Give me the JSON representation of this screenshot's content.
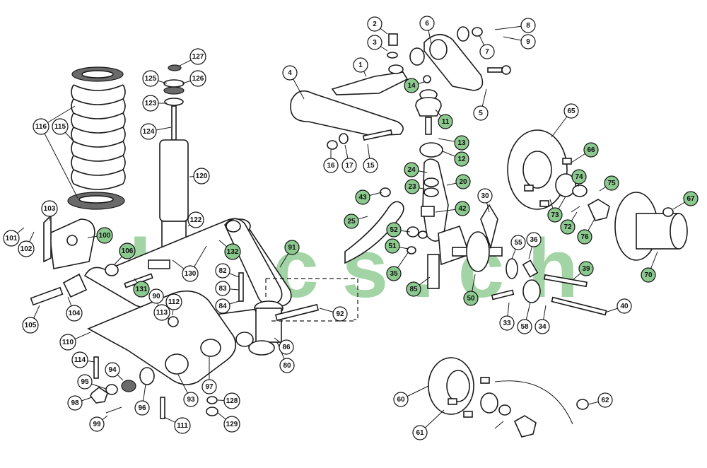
{
  "watermark": {
    "text": "b c c s . c h",
    "color": "#8cc98f"
  },
  "colors": {
    "callout_plain": "#ffffff",
    "callout_highlight": "#8cc98f"
  },
  "labels": [
    "1",
    "2",
    "3",
    "4",
    "5",
    "6",
    "7",
    "8",
    "9",
    "11",
    "12",
    "13",
    "14",
    "15",
    "16",
    "17",
    "20",
    "23",
    "24",
    "25",
    "30",
    "33",
    "34",
    "35",
    "36",
    "39",
    "40",
    "42",
    "43",
    "50",
    "51",
    "52",
    "55",
    "58",
    "60",
    "61",
    "62",
    "65",
    "66",
    "67",
    "70",
    "72",
    "73",
    "74",
    "75",
    "76",
    "80",
    "82",
    "83",
    "84",
    "85",
    "86",
    "90",
    "91",
    "92",
    "93",
    "94",
    "95",
    "96",
    "97",
    "98",
    "99",
    "100",
    "101",
    "102",
    "103",
    "104",
    "105",
    "106",
    "110",
    "111",
    "112",
    "113",
    "114",
    "115",
    "116",
    "120",
    "122",
    "123",
    "124",
    "125",
    "126",
    "127",
    "128",
    "129",
    "130",
    "131",
    "132"
  ],
  "highlighted": [
    "100",
    "106",
    "131",
    "132",
    "91",
    "85",
    "35",
    "51",
    "52",
    "42",
    "25",
    "43",
    "23",
    "24",
    "20",
    "12",
    "13",
    "11",
    "14",
    "66",
    "67",
    "70",
    "72",
    "73",
    "74",
    "75",
    "76",
    "39",
    "50"
  ]
}
